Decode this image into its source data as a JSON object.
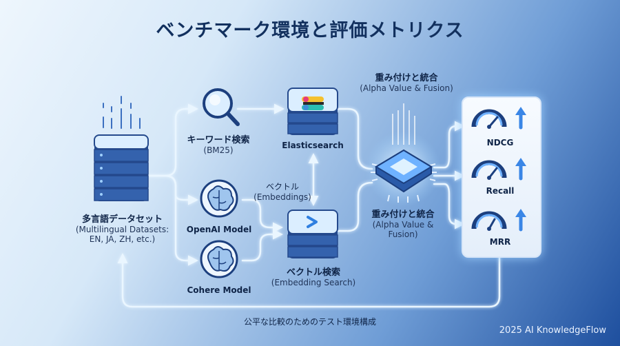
{
  "title": "ベンチマーク環境と評価メトリクス",
  "datasets": {
    "label": "多言語データセット",
    "sub1": "(Multilingual Datasets:",
    "sub2": "EN, JA, ZH, etc.)"
  },
  "keyword_search": {
    "label": "キーワード検索",
    "sub": "(BM25)"
  },
  "openai_model": {
    "label": "OpenAI Model"
  },
  "cohere_model": {
    "label": "Cohere Model"
  },
  "elasticsearch": {
    "label": "Elasticsearch"
  },
  "vector_note": {
    "label": "ベクトル",
    "sub": "(Embeddings)"
  },
  "vector_search": {
    "label": "ベクトル検索",
    "sub": "(Embedding Search)"
  },
  "fusion_top": {
    "label": "重み付けと統合",
    "sub": "(Alpha Value & Fusion)"
  },
  "fusion_bottom": {
    "label": "重み付けと統合",
    "sub1": "(Alpha Value &",
    "sub2": "Fusion)"
  },
  "metrics": [
    {
      "label": "NDCG"
    },
    {
      "label": "Recall"
    },
    {
      "label": "MRR"
    }
  ],
  "footer_note": "公平な比較のためのテスト環境構成",
  "credit": "2025 AI KnowledgeFlow",
  "colors": {
    "accent": "#1f63c6",
    "server_top": "#dbeeff",
    "server_front": "#3462ad",
    "flow_line": "#eaf6ff"
  }
}
